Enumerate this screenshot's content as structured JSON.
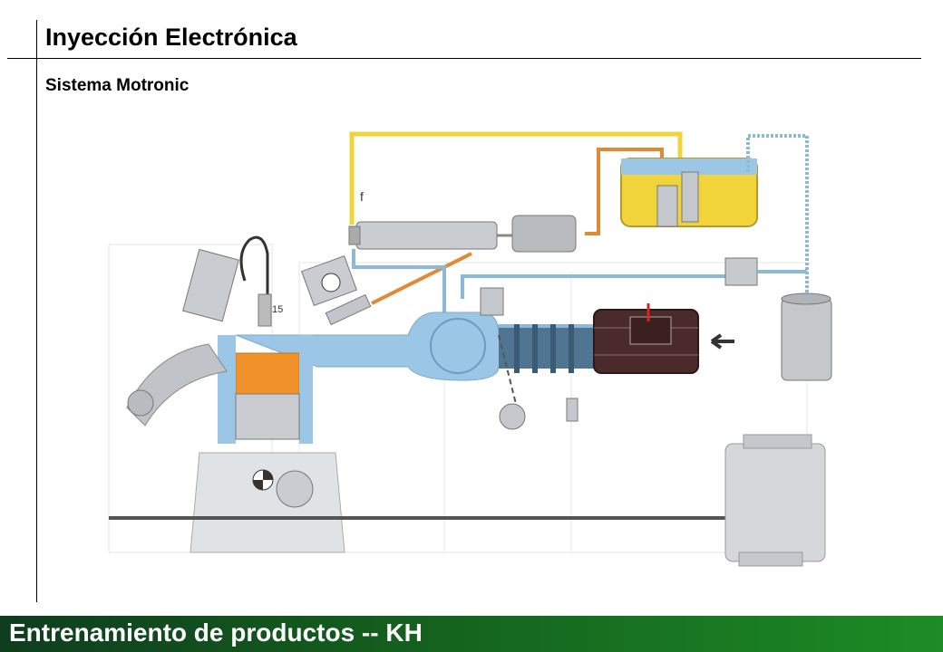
{
  "header": {
    "title": "Inyección Electrónica",
    "subtitle": "Sistema Motronic"
  },
  "diagram": {
    "labels": {
      "fuel_line_marker": "f",
      "sensor_number": "15"
    },
    "colors": {
      "fuel": "#f0d43a",
      "intake": "#9cc6e6",
      "lines": "#8db9d9",
      "return_line": "#e08a35",
      "combustion": "#f2922a",
      "engine": "#dfe3e6",
      "meter_body": "#4a2a2a"
    }
  },
  "footer": {
    "text": "Entrenamiento de productos -- KH"
  }
}
